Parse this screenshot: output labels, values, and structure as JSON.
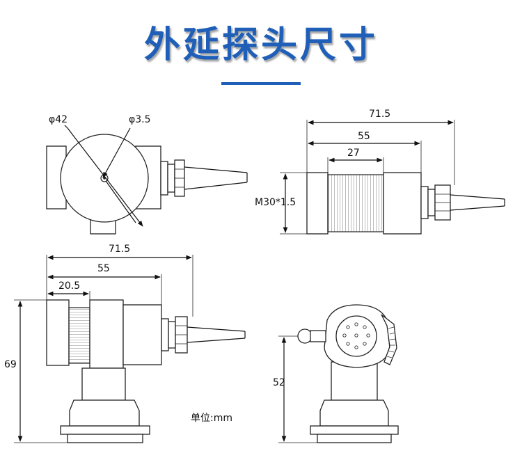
{
  "title": "外延探头尺寸",
  "labels": {
    "phi42": "φ42",
    "phi3_5": "φ3.5",
    "side_total": "71.5",
    "side_55": "55",
    "side_27": "27",
    "thread": "M30*1.5",
    "front_total": "71.5",
    "front_55": "55",
    "front_20_5": "20.5",
    "height_69": "69",
    "height_52": "52",
    "unit": "单位:mm"
  }
}
